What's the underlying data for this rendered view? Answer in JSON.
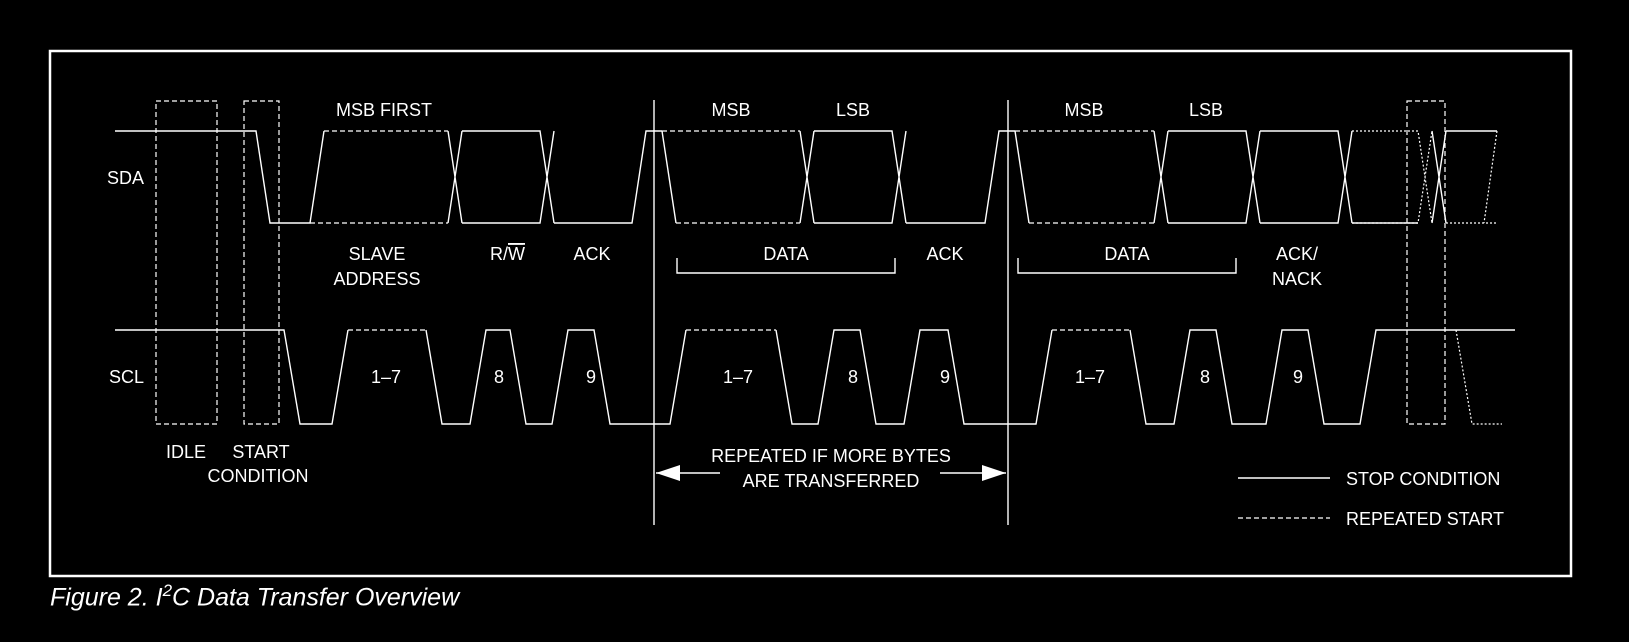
{
  "signals": {
    "sda": "SDA",
    "scl": "SCL"
  },
  "sda_top": {
    "msb_first": "MSB FIRST",
    "msb_1": "MSB",
    "lsb_1": "LSB",
    "msb_2": "MSB",
    "lsb_2": "LSB"
  },
  "sda_bottom": {
    "slave_line1": "SLAVE",
    "slave_line2": "ADDRESS",
    "rw": "R/",
    "rw_bar": "W",
    "ack_1": "ACK",
    "data_1": "DATA",
    "ack_2": "ACK",
    "data_2": "DATA",
    "acknack_line1": "ACK/",
    "acknack_line2": "NACK"
  },
  "scl_pulses": {
    "p1": "1–7",
    "p2": "8",
    "p3": "9",
    "p4": "1–7",
    "p5": "8",
    "p6": "9",
    "p7": "1–7",
    "p8": "8",
    "p9": "9"
  },
  "bottom": {
    "idle": "IDLE",
    "start_line1": "START",
    "start_line2": "CONDITION",
    "repeat_line1": "REPEATED IF MORE BYTES",
    "repeat_line2": "ARE TRANSFERRED"
  },
  "legend": {
    "stop": "STOP CONDITION",
    "repeated_start": "REPEATED START"
  },
  "caption": {
    "prefix": "Figure 2. I",
    "sup": "2",
    "suffix": "C Data Transfer Overview"
  },
  "colors": {
    "background": "#000000",
    "foreground": "#ffffff"
  }
}
